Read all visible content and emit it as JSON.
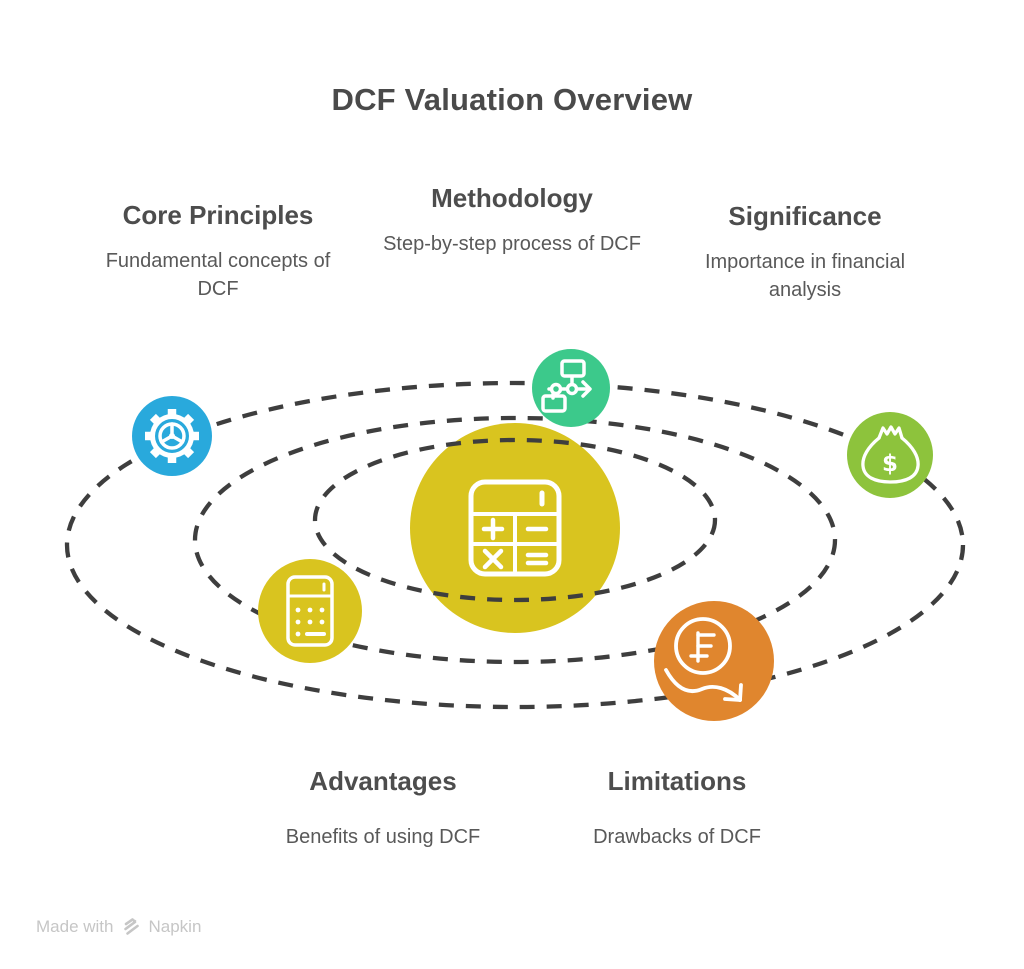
{
  "title": "DCF Valuation Overview",
  "sections": [
    {
      "id": "core-principles",
      "heading": "Core Principles",
      "description": "Fundamental concepts of DCF"
    },
    {
      "id": "methodology",
      "heading": "Methodology",
      "description": "Step-by-step process of DCF"
    },
    {
      "id": "significance",
      "heading": "Significance",
      "description": "Importance in financial analysis"
    },
    {
      "id": "advantages",
      "heading": "Advantages",
      "description": "Benefits of using DCF"
    },
    {
      "id": "limitations",
      "heading": "Limitations",
      "description": "Drawbacks of DCF"
    }
  ],
  "diagram": {
    "center": {
      "icon": "calculator-icon",
      "color": "#d9c41f"
    },
    "orbit_color": "#3e3e3e",
    "nodes": [
      {
        "section": "Core Principles",
        "icon": "gear-icon",
        "color": "#29a9dc"
      },
      {
        "section": "Methodology",
        "icon": "flowchart-icon",
        "color": "#3cc98b"
      },
      {
        "section": "Significance",
        "icon": "money-bag-icon",
        "color": "#8dc33c",
        "currency_symbol": "$"
      },
      {
        "section": "Advantages",
        "icon": "calculator-small-icon",
        "color": "#d9c41f"
      },
      {
        "section": "Limitations",
        "icon": "currency-decline-icon",
        "color": "#e0862e"
      }
    ]
  },
  "watermark": {
    "prefix": "Made with",
    "brand": "Napkin"
  }
}
